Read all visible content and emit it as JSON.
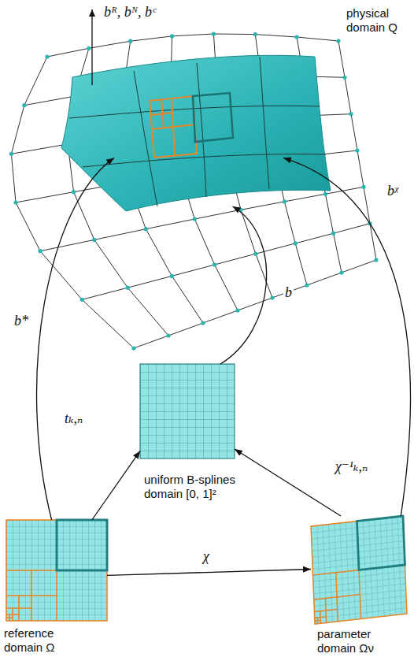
{
  "diagram": {
    "nodes": [
      {
        "text": [
          "physical domain Q"
        ]
      },
      {
        "text": [
          "uniform B-splines domain [0, 1]²"
        ]
      },
      {
        "text": [
          "reference domain Ω"
        ]
      },
      {
        "text": [
          "parameter domain Ων"
        ]
      }
    ],
    "edges": [
      {
        "from": 2,
        "to": 0,
        "label": "b*",
        "arrow": "to"
      },
      {
        "from": 2,
        "to": 1,
        "label": "tₖ,ₙ",
        "arrow": "to"
      },
      {
        "from": 1,
        "to": 0,
        "label": "b",
        "arrow": "to"
      },
      {
        "from": 2,
        "to": 3,
        "label": "χ",
        "arrow": "to"
      },
      {
        "from": 3,
        "to": 1,
        "label": "χ⁻¹ₖ,ₙ",
        "arrow": "to"
      },
      {
        "from": 3,
        "to": 0,
        "label": "bᵡ",
        "arrow": "to"
      }
    ],
    "labels": [
      "bᴿ, bᴺ, bᶜ"
    ]
  }
}
